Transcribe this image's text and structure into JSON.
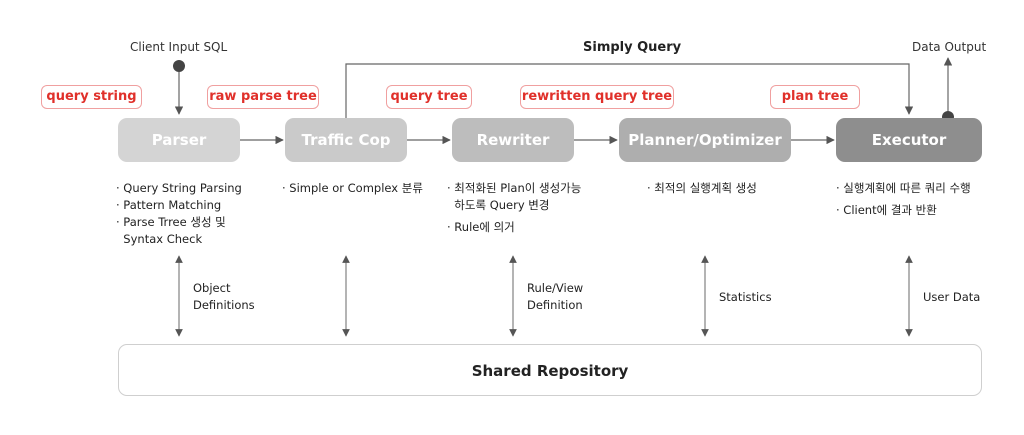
{
  "labels": {
    "client_input": "Client Input SQL",
    "data_output": "Data Output",
    "simply_query": "Simply Query"
  },
  "tags": [
    "query string",
    "raw parse tree",
    "query tree",
    "rewritten query tree",
    "plan tree"
  ],
  "stages": [
    {
      "name": "Parser",
      "color": "#d4d4d4"
    },
    {
      "name": "Traffic Cop",
      "color": "#cacaca"
    },
    {
      "name": "Rewriter",
      "color": "#bdbdbd"
    },
    {
      "name": "Planner/Optimizer",
      "color": "#aeaeae"
    },
    {
      "name": "Executor",
      "color": "#8e8e8e"
    }
  ],
  "notes": {
    "parser": [
      "· Query String Parsing",
      "· Pattern Matching",
      "· Parse Trree 생성 및",
      "  Syntax Check"
    ],
    "traffic_cop": [
      "· Simple or Complex 분류"
    ],
    "rewriter": [
      "· 최적화된 Plan이 생성가능",
      "  하도록 Query 변경",
      "· Rule에 의거"
    ],
    "planner": [
      "· 최적의 실행계획 생성"
    ],
    "executor": [
      "· 실행계획에 따른 쿼리 수행",
      "· Client에 결과 반환"
    ]
  },
  "relations": {
    "parser": [
      "Object",
      "Definitions"
    ],
    "rewriter": [
      "Rule/View",
      "Definition"
    ],
    "planner": [
      "Statistics"
    ],
    "executor": [
      "User Data"
    ]
  },
  "repository": "Shared Repository",
  "colors": {
    "tag_text": "#e0302a",
    "tag_border": "#f0a0a0",
    "arrow": "#666666",
    "node": "#444444"
  }
}
